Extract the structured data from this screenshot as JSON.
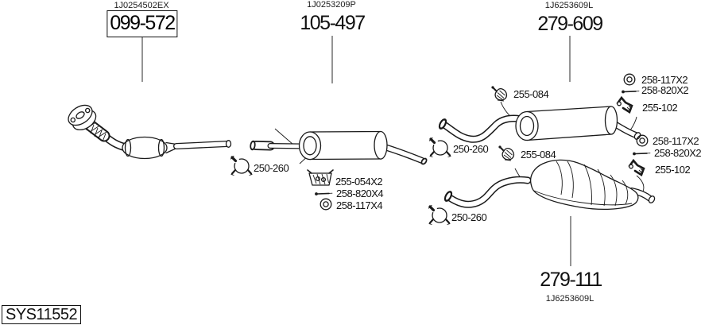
{
  "page": {
    "background": "#ffffff",
    "line_color": "#1a1a1a"
  },
  "callouts": {
    "front_pipe": {
      "part_number": "099-572",
      "oem_number": "1J0254502EX",
      "boxed": true
    },
    "center_muffler": {
      "part_number": "105-497",
      "oem_number": "1J0253209P",
      "boxed": false
    },
    "rear_muffler_upper": {
      "part_number": "279-609",
      "oem_number": "1J6253609L",
      "boxed": false
    },
    "rear_muffler_lower": {
      "part_number": "279-111",
      "oem_number": "1J6253609L",
      "boxed": false
    }
  },
  "fitting_labels": {
    "clamp_center": "250-260",
    "mount_center": "255-054X2",
    "bolt_center": "258-820X4",
    "washer_center": "258-117X4",
    "hanger_rear_upper": "255-084",
    "clamp_rear_upper": "250-260",
    "hanger_rear_lower": "255-084",
    "washer_right_1": "258-117X2",
    "bolt_right_1": "258-820X2",
    "bracket_right_1": "255-102",
    "washer_right_2": "258-117X2",
    "bolt_right_2": "258-820X2",
    "bracket_right_2": "255-102",
    "clamp_rear_lower": "250-260"
  },
  "footer": {
    "system_id": "SYS11552"
  },
  "icons": {
    "clamp": "pipe-clamp-icon",
    "washer": "washer-ring-icon",
    "bolt": "bolt-screw-icon",
    "rubber_hanger": "rubber-hanger-icon",
    "rubber_mount": "rubber-mount-bracket-icon",
    "hanger_bracket": "hanger-bracket-icon"
  }
}
